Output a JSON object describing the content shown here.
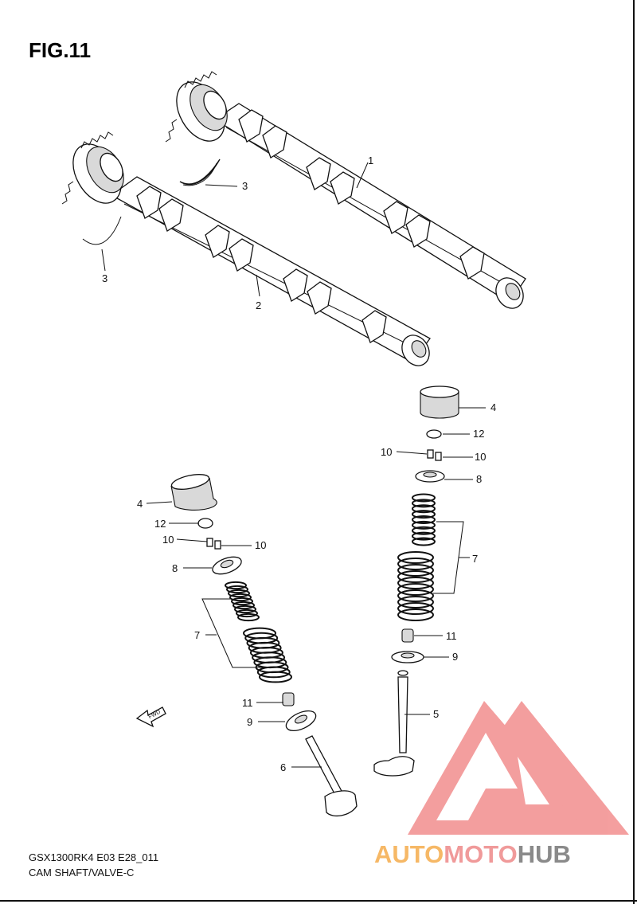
{
  "figure": {
    "title": "FIG.11"
  },
  "footer": {
    "model_line": "GSX1300RK4 E03 E28_011",
    "section_name": "CAM SHAFT/VALVE-C"
  },
  "arrow": {
    "label": "FWD"
  },
  "watermark": {
    "word_part_1": "AUTO",
    "word_part_2": "MOTO",
    "word_part_3": "HUB",
    "color_1": "#f6b866",
    "color_2": "#f09a9a",
    "color_3": "#8a8a8a",
    "logo_color": "#f28e8e"
  },
  "callouts": [
    {
      "label": "1",
      "part": "intake camshaft"
    },
    {
      "label": "2",
      "part": "exhaust camshaft"
    },
    {
      "label": "3",
      "part": "camshaft clip (upper)"
    },
    {
      "label": "3",
      "part": "camshaft clip (lower)"
    },
    {
      "label": "4",
      "part": "tappet (right)"
    },
    {
      "label": "12",
      "part": "shim (right)"
    },
    {
      "label": "10",
      "part": "cotter left (right)"
    },
    {
      "label": "10",
      "part": "cotter right (right)"
    },
    {
      "label": "8",
      "part": "spring retainer (right)"
    },
    {
      "label": "7",
      "part": "valve springs (right)"
    },
    {
      "label": "11",
      "part": "stem seal (right)"
    },
    {
      "label": "9",
      "part": "spring seat (right)"
    },
    {
      "label": "5",
      "part": "intake valve"
    },
    {
      "label": "4",
      "part": "tappet (left)"
    },
    {
      "label": "12",
      "part": "shim (left)"
    },
    {
      "label": "10",
      "part": "cotter left (left)"
    },
    {
      "label": "10",
      "part": "cotter right (left)"
    },
    {
      "label": "8",
      "part": "spring retainer (left)"
    },
    {
      "label": "7",
      "part": "valve springs (left)"
    },
    {
      "label": "11",
      "part": "stem seal (left)"
    },
    {
      "label": "9",
      "part": "spring seat (left)"
    },
    {
      "label": "6",
      "part": "exhaust valve"
    }
  ]
}
